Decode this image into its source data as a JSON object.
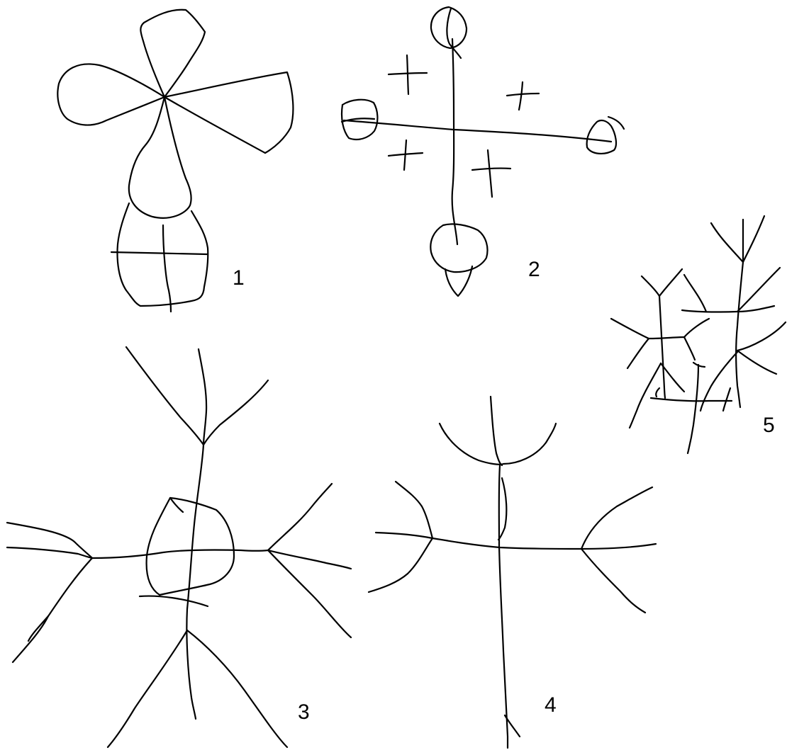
{
  "figures": [
    {
      "label": "1"
    },
    {
      "label": "2"
    },
    {
      "label": "3"
    },
    {
      "label": "4"
    },
    {
      "label": "5"
    }
  ],
  "colors": {
    "stroke": "#000000",
    "background": "#ffffff"
  }
}
